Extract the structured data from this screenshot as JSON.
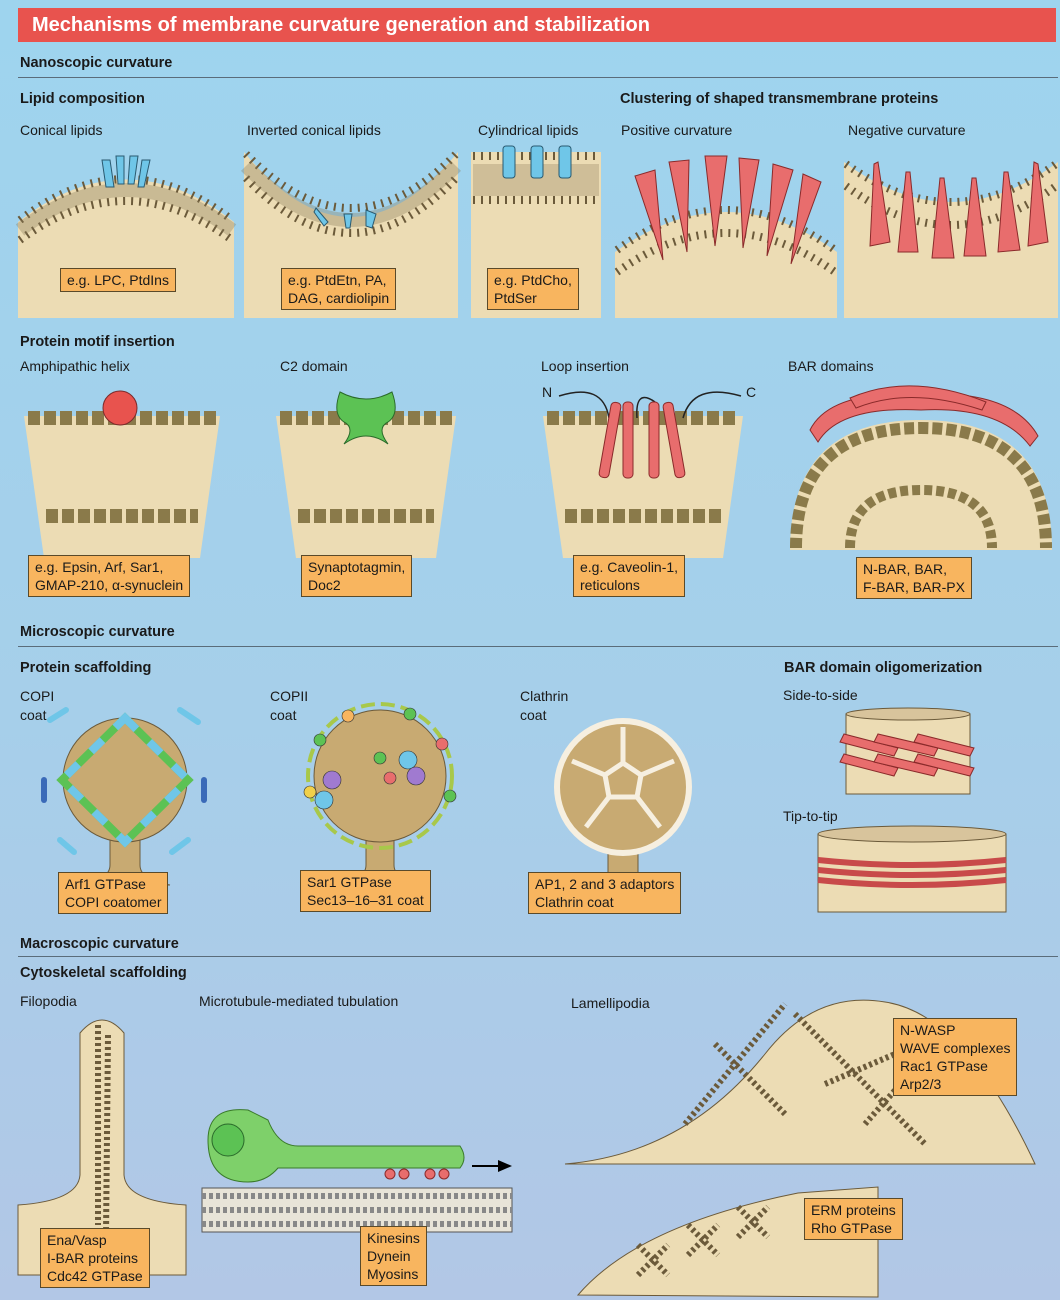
{
  "title": "Mechanisms of membrane curvature generation and stabilization",
  "sections": {
    "nanoscopic": "Nanoscopic curvature",
    "microscopic": "Microscopic curvature",
    "macroscopic": "Macroscopic curvature"
  },
  "subsections": {
    "lipid_composition": "Lipid composition",
    "clustering": "Clustering of shaped transmembrane proteins",
    "protein_motif": "Protein motif insertion",
    "protein_scaffolding": "Protein scaffolding",
    "bar_oligomerization": "BAR domain oligomerization",
    "cytoskeletal": "Cytoskeletal scaffolding"
  },
  "labels": {
    "conical": "Conical lipids",
    "inverted_conical": "Inverted conical lipids",
    "cylindrical": "Cylindrical lipids",
    "positive": "Positive curvature",
    "negative": "Negative curvature",
    "amphipathic": "Amphipathic helix",
    "c2": "C2 domain",
    "loop": "Loop insertion",
    "bar": "BAR domains",
    "copi": "COPI\ncoat",
    "copii": "COPII\ncoat",
    "clathrin": "Clathrin\ncoat",
    "side_to_side": "Side-to-side",
    "tip_to_tip": "Tip-to-tip",
    "filopodia": "Filopodia",
    "microtubule": "Microtubule-mediated tubulation",
    "lamellipodia": "Lamellipodia",
    "n_term": "N",
    "c_term": "C"
  },
  "boxes": {
    "lpc": "e.g. LPC, PtdIns",
    "ptdetn": "e.g. PtdEtn, PA,\nDAG, cardiolipin",
    "ptdcho": "e.g. PtdCho,\nPtdSer",
    "epsin": "e.g. Epsin, Arf, Sar1,\nGMAP-210, α-synuclein",
    "synaptotagmin": "Synaptotagmin,\nDoc2",
    "caveolin": "e.g. Caveolin-1,\nreticulons",
    "nbar": "N-BAR, BAR,\nF-BAR, BAR-PX",
    "arf1": "Arf1 GTPase\nCOPI coatomer",
    "sar1": "Sar1 GTPase\nSec13–16–31 coat",
    "ap": "AP1, 2 and 3 adaptors\nClathrin coat",
    "ena": "Ena/Vasp\nI-BAR proteins\nCdc42 GTPase",
    "kinesins": "Kinesins\nDynein\nMyosins",
    "nwasp": "N-WASP\nWAVE complexes\nRac1 GTPase\nArp2/3",
    "erm": "ERM proteins\nRho GTPase"
  },
  "colors": {
    "title_bar": "#e8534e",
    "box_fill": "#f8b55f",
    "membrane": "#ecdcb4",
    "protein_red": "#e86d6d",
    "protein_green": "#5cc254",
    "lipid_blue": "#6fc6e8"
  }
}
